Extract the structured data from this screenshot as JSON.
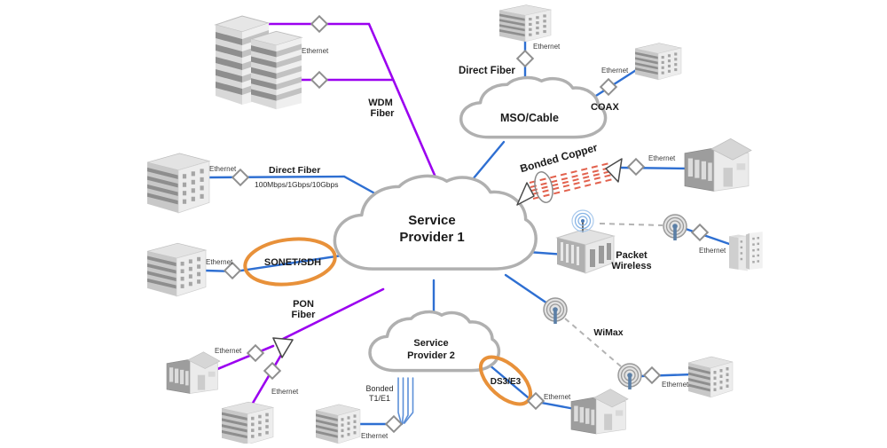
{
  "diagram": {
    "clouds": {
      "sp1": {
        "line1": "Service",
        "line2": "Provider 1"
      },
      "sp2": {
        "line1": "Service",
        "line2": "Provider 2"
      },
      "mso": {
        "label": "MSO/Cable"
      }
    },
    "links": {
      "wdm": {
        "line1": "WDM",
        "line2": "Fiber"
      },
      "direct_fiber_top": {
        "label": "Direct Fiber"
      },
      "coax": {
        "label": "COAX"
      },
      "bonded_copper": {
        "label": "Bonded Copper"
      },
      "direct_fiber_left": {
        "label": "Direct Fiber",
        "speeds": "100Mbps/1Gbps/10Gbps"
      },
      "sonet": {
        "label": "SONET/SDH"
      },
      "pon": {
        "line1": "PON",
        "line2": "Fiber"
      },
      "packet_wireless": {
        "line1": "Packet",
        "line2": "Wireless"
      },
      "wimax": {
        "label": "WiMax"
      },
      "ds3": {
        "label": "DS3/E3"
      },
      "bonded_t1": {
        "line1": "Bonded",
        "line2": "T1/E1"
      }
    },
    "ethernet_label": "Ethernet",
    "colors": {
      "fiber_blue": "#2e6fd2",
      "bundle_blue": "#5c8fd8",
      "wdm_purple": "#9b00f0",
      "accent_orange": "#e8913a",
      "copper_red": "#e2614d",
      "cloud_stroke": "#b0b0b0",
      "dash_gray": "#b3b3b3"
    }
  }
}
